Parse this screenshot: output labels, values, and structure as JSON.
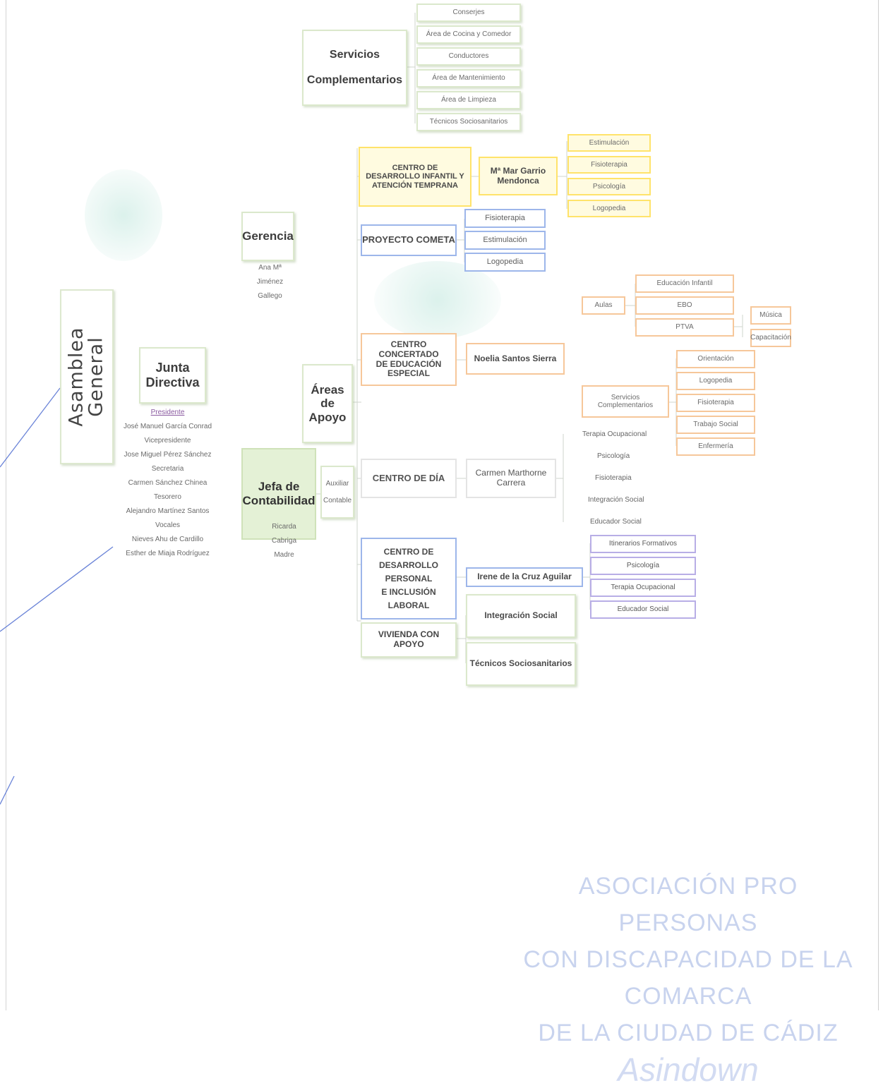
{
  "colors": {
    "green": "#dbe8cc",
    "yellow": "#ffe36a",
    "blue": "#9db6ea",
    "orange": "#f6c79a",
    "purple": "#b8aee6",
    "line": "#6b84d8"
  },
  "root": {
    "line1": "Asamblea",
    "line2": "General"
  },
  "junta": {
    "title1": "Junta",
    "title2": "Directiva",
    "members": [
      "Presidente",
      "José Manuel García Conrad",
      "Vicepresidente",
      "Jose Miguel Pérez Sánchez",
      "Secretaria",
      "Carmen Sánchez Chinea",
      "Tesorero",
      "Alejandro Martínez Santos",
      "Vocales",
      "Nieves Ahu de Cardillo",
      "Esther de Miaja Rodríguez"
    ]
  },
  "gerencia": {
    "title": "Gerencia",
    "person": [
      "Ana Mª",
      "Jiménez",
      "Gallego"
    ]
  },
  "jefa": {
    "title1": "Jefa de",
    "title2": "Contabilidad",
    "person": [
      "Ricarda",
      "Cabriga",
      "Madre"
    ],
    "aux1": "Auxiliar",
    "aux2": "Contable"
  },
  "areas": {
    "title1": "Áreas de",
    "title2": "Apoyo"
  },
  "servicios": {
    "title1": "Servicios",
    "title2": "Complementarios",
    "items": [
      "Conserjes",
      "Área de Cocina y Comedor",
      "Conductores",
      "Área de Mantenimiento",
      "Área de Limpieza",
      "Técnicos Sociosanitarios"
    ]
  },
  "cdiat": {
    "title": "CENTRO DE DESARROLLO INFANTIL Y ATENCIÓN TEMPRANA",
    "person1": "Mª Mar Garrio",
    "person2": "Mendonca",
    "items": [
      "Estimulación",
      "Fisioterapia",
      "Psicología",
      "Logopedia"
    ]
  },
  "cometa": {
    "title": "PROYECTO COMETA",
    "items": [
      "Fisioterapia",
      "Estimulación",
      "Logopedia"
    ]
  },
  "ceee": {
    "title1": "CENTRO CONCERTADO",
    "title2": "DE EDUCACIÓN",
    "title3": "ESPECIAL",
    "person": "Noelia Santos Sierra",
    "aulas": "Aulas",
    "levels": [
      "Educación Infantil",
      "EBO",
      "PTVA"
    ],
    "ptva_items": [
      "Música",
      "Capacitación"
    ],
    "servicios": "Servicios Complementarios",
    "serv_items": [
      "Orientación",
      "Logopedia",
      "Fisioterapia",
      "Trabajo Social",
      "Enfermería"
    ]
  },
  "dia": {
    "title": "CENTRO DE DÍA",
    "person1": "Carmen Marthorne",
    "person2": "Carrera",
    "items": [
      "Terapia Ocupacional",
      "Psicología",
      "Fisioterapia",
      "Integración Social",
      "Educador Social"
    ]
  },
  "cdpil": {
    "title1": "CENTRO DE",
    "title2": "DESARROLLO PERSONAL",
    "title3": "E INCLUSIÓN LABORAL",
    "person": "Irene de la Cruz Aguilar",
    "items": [
      "Itinerarios Formativos",
      "Psicología",
      "Terapia Ocupacional",
      "Educador Social"
    ]
  },
  "vivienda": {
    "title": "VIVIENDA CON APOYO",
    "items": [
      "Integración Social",
      "Técnicos Sociosanitarios"
    ]
  },
  "watermark": {
    "line1": "ASOCIACIÓN PRO PERSONAS",
    "line2": "CON DISCAPACIDAD DE LA COMARCA",
    "line3": "DE LA CIUDAD DE CÁDIZ",
    "logo": "Asindown"
  }
}
